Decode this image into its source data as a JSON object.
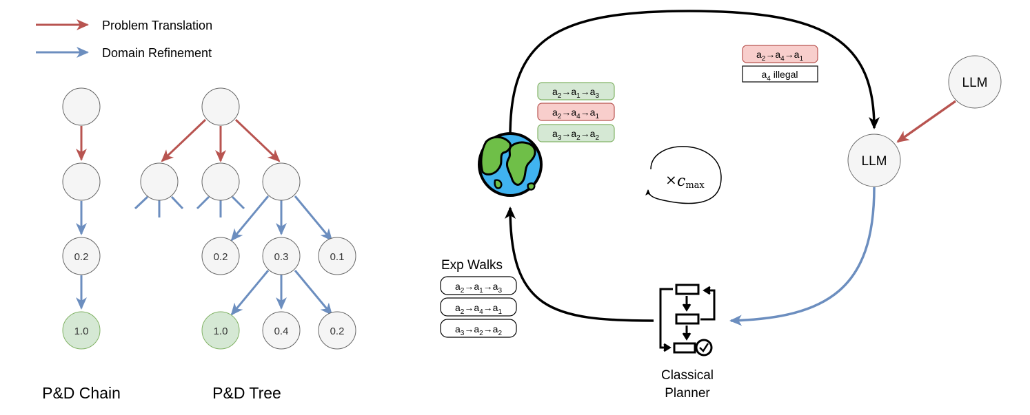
{
  "legend": {
    "translation_label": "Problem Translation",
    "refinement_label": "Domain Refinement"
  },
  "colors": {
    "translation": "#b85450",
    "refinement": "#6c8ebf",
    "node_fill": "#f5f5f5",
    "node_stroke": "#666666",
    "success_fill": "#d5e8d4",
    "success_stroke": "#82b366",
    "fail_fill": "#f8cecc",
    "fail_stroke": "#b85450"
  },
  "chain": {
    "title": "P&D Chain",
    "scores": [
      "0.2",
      "1.0"
    ]
  },
  "tree": {
    "title": "P&D Tree",
    "level2_scores": [
      "0.2",
      "0.3",
      "0.1"
    ],
    "level3_scores": [
      "1.0",
      "0.4",
      "0.2"
    ]
  },
  "loop": {
    "llm_top": "LLM",
    "llm_mid": "LLM",
    "times": "×",
    "cmax_base": "c",
    "cmax_sub": "max",
    "planner_line1": "Classical",
    "planner_line2": "Planner",
    "exp_walks_title": "Exp Walks",
    "arrow": "→",
    "illegal_note": "a4 illegal",
    "illegal_base": "a",
    "illegal_sub": "4",
    "illegal_word": " illegal",
    "walks_top": [
      {
        "status": "valid",
        "actions": [
          "2",
          "1",
          "3"
        ]
      },
      {
        "status": "invalid",
        "actions": [
          "2",
          "4",
          "1"
        ]
      },
      {
        "status": "valid",
        "actions": [
          "3",
          "2",
          "2"
        ]
      }
    ],
    "failed_walk": {
      "status": "invalid",
      "actions": [
        "2",
        "4",
        "1"
      ]
    },
    "exp_walks": [
      {
        "actions": [
          "2",
          "1",
          "3"
        ]
      },
      {
        "actions": [
          "2",
          "4",
          "1"
        ]
      },
      {
        "actions": [
          "3",
          "2",
          "2"
        ]
      }
    ]
  }
}
